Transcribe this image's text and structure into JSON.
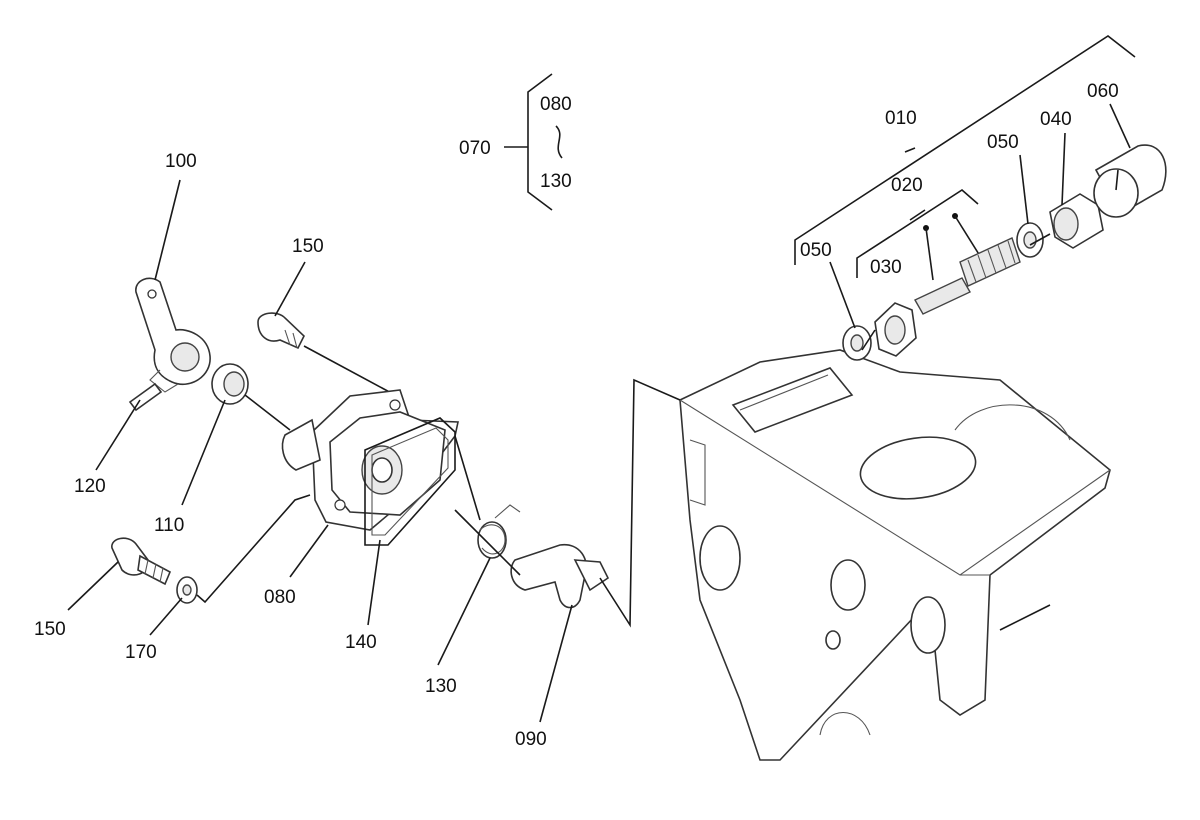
{
  "labels": {
    "p010": "010",
    "p020": "020",
    "p030": "030",
    "p040": "040",
    "p050_right": "050",
    "p050_left": "050",
    "p060": "060",
    "p070": "070",
    "p080_bracket": "080",
    "p130_bracket": "130",
    "p100": "100",
    "p110": "110",
    "p120": "120",
    "p150_top": "150",
    "p150_bottom": "150",
    "p170": "170",
    "p080": "080",
    "p140": "140",
    "p130": "130",
    "p090": "090"
  }
}
